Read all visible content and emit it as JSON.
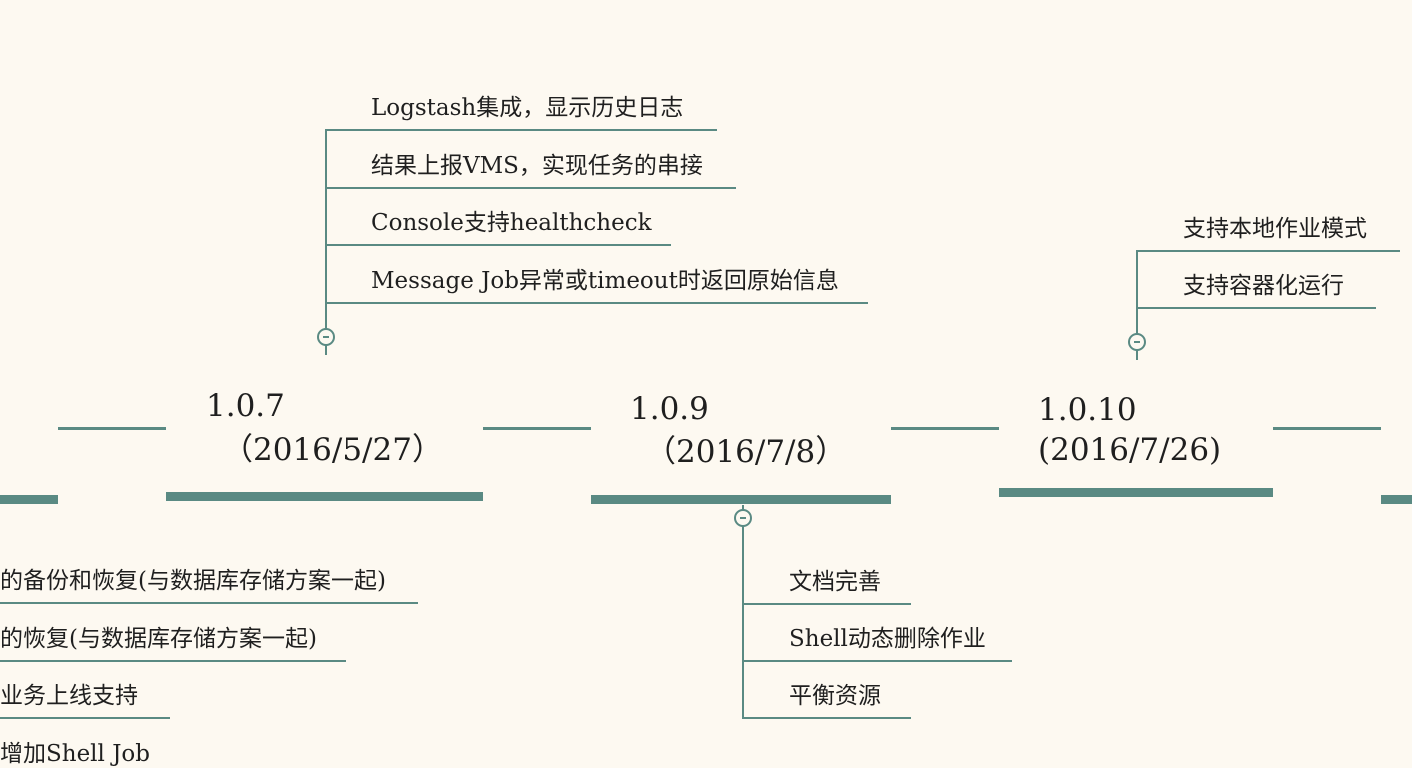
{
  "versions": [
    {
      "version": "1.0.7",
      "date": "（2016/5/27）"
    },
    {
      "version": "1.0.9",
      "date": "（2016/7/8）"
    },
    {
      "version": "1.0.10",
      "date": "(2016/7/26)"
    }
  ],
  "branches": {
    "v107_top": [
      "Logstash集成，显示历史日志",
      "结果上报VMS，实现任务的串接",
      "Console支持healthcheck",
      "Message Job异常或timeout时返回原始信息"
    ],
    "v109_bottom": [
      "文档完善",
      "Shell动态删除作业",
      "平衡资源"
    ],
    "v1010_top": [
      "支持本地作业模式",
      "支持容器化运行"
    ],
    "left_bottom": [
      "的备份和恢复(与数据库存储方案一起)",
      "的恢复(与数据库存储方案一起)",
      "业务上线支持",
      "增加Shell Job"
    ]
  }
}
